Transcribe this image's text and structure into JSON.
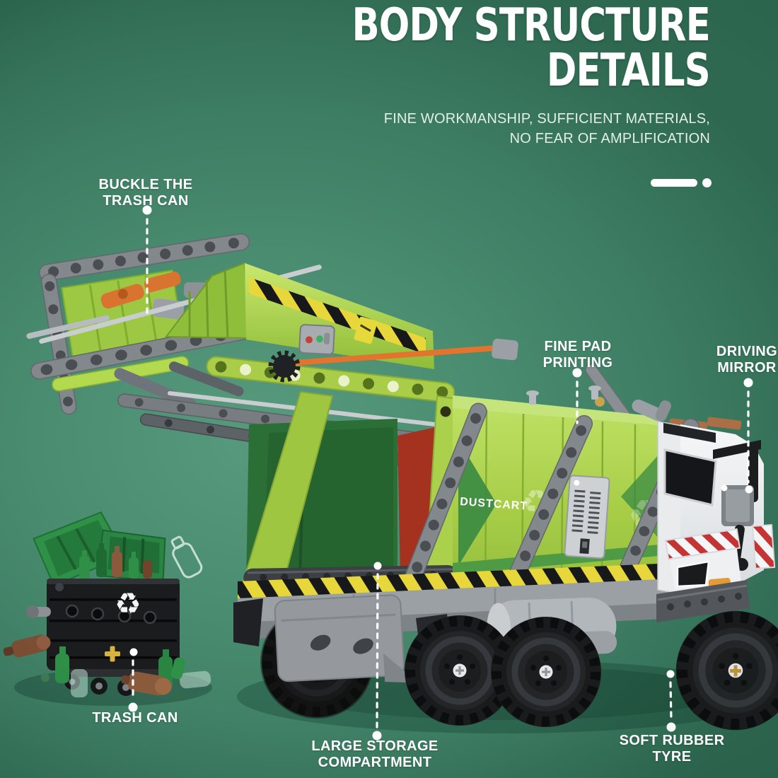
{
  "poster": {
    "title_line1": "BODY STRUCTURE",
    "title_line2": "DETAILS",
    "subtitle_line1": "FINE WORKMANSHIP, SUFFICIENT MATERIALS,",
    "subtitle_line2": "NO FEAR OF AMPLIFICATION"
  },
  "callouts": [
    {
      "id": "buckle-the-trash-can",
      "line1": "BUCKLE THE",
      "line2": "TRASH CAN"
    },
    {
      "id": "fine-pad-printing",
      "line1": "FINE PAD",
      "line2": "PRINTING"
    },
    {
      "id": "driving-mirror",
      "line1": "DRIVING",
      "line2": "MIRROR"
    },
    {
      "id": "trash-can",
      "line1": "TRASH CAN",
      "line2": ""
    },
    {
      "id": "large-storage-compartment",
      "line1": "LARGE STORAGE",
      "line2": "COMPARTMENT"
    },
    {
      "id": "soft-rubber-tyre",
      "line1": "SOFT RUBBER",
      "line2": "TYRE"
    }
  ],
  "truck": {
    "side_text": "DUSTCART"
  },
  "icons": {
    "recycle": "♻"
  },
  "colors": {
    "background_mid": "#47896e",
    "background_edge": "#2e6850",
    "body_lime": "#a8ce48",
    "body_dark_green": "#3a8a43",
    "hazard_yellow": "#e8d73a",
    "cab_white": "#eef0f1",
    "warning_red": "#cc3333",
    "label_white": "#ffffff"
  }
}
